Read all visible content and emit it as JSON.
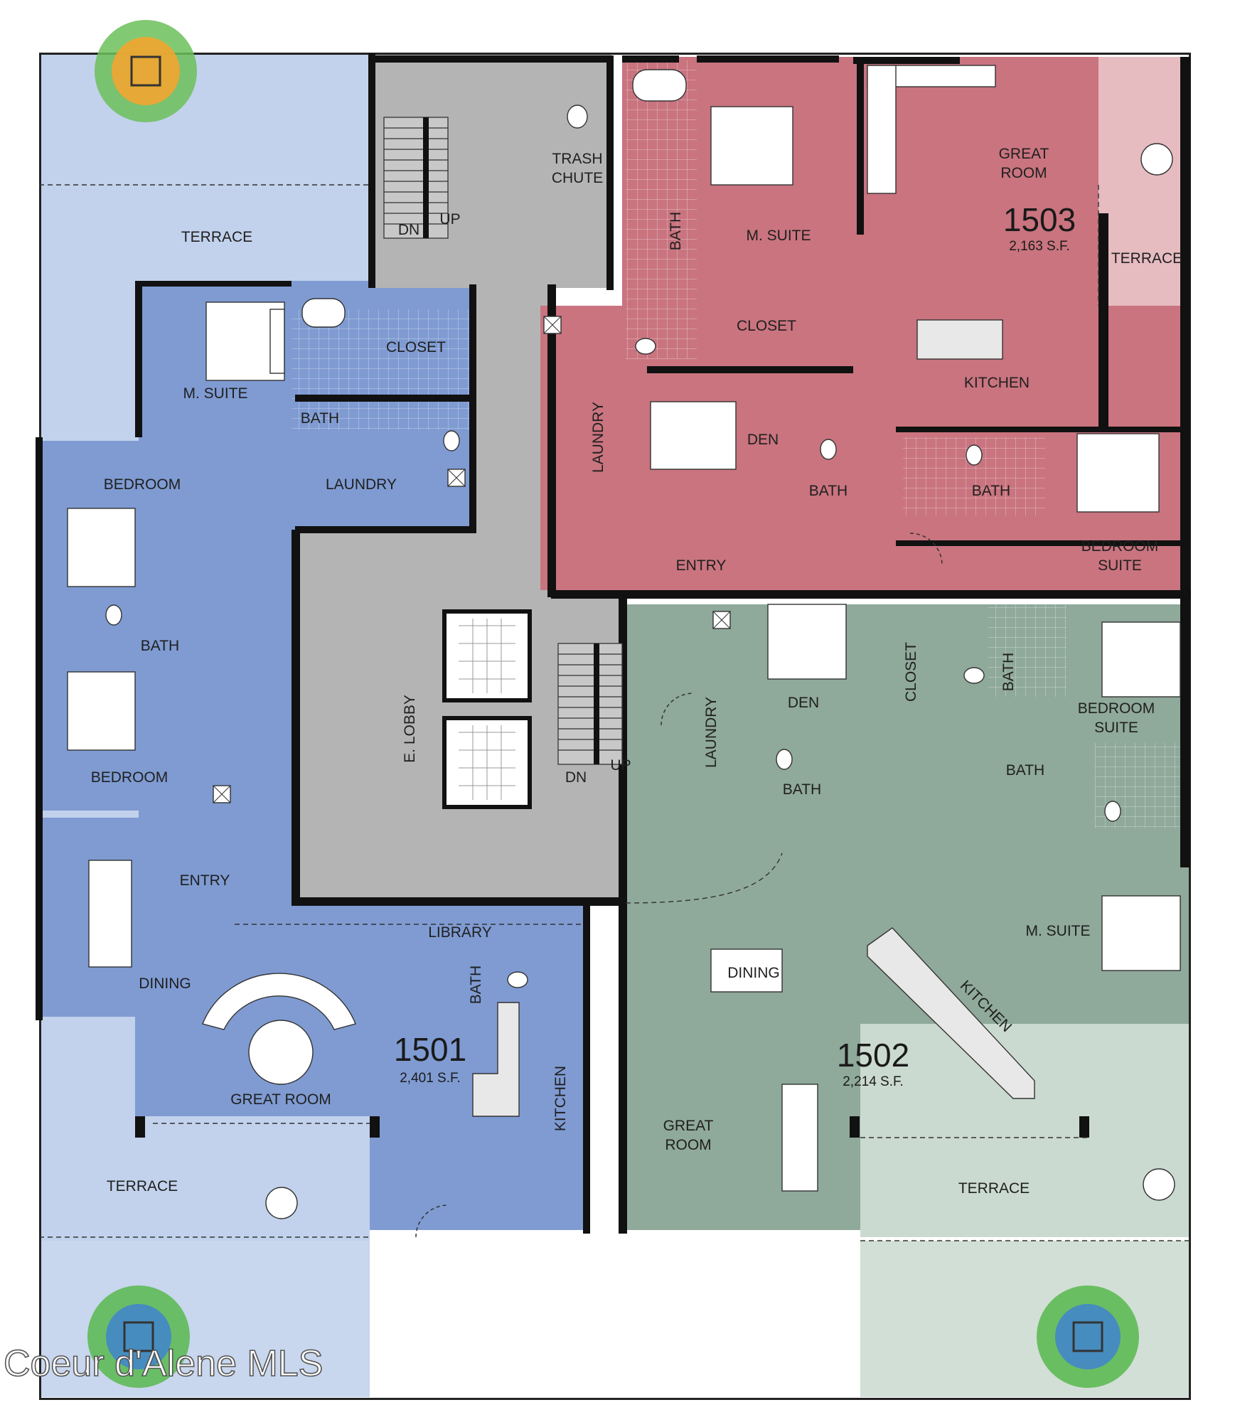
{
  "colors": {
    "unit_1501": "#7f9bd2",
    "unit_1501_terrace": "#c2d2ec",
    "unit_1502": "#8fa99a",
    "unit_1502_terrace": "#cbdad0",
    "unit_1503": "#c9747f",
    "unit_1503_terrace": "#e6bcc0",
    "common": "#b4b4b4",
    "walls": "#111111"
  },
  "units": [
    {
      "number": "1501",
      "area": "2,401 S.F."
    },
    {
      "number": "1502",
      "area": "2,214 S.F."
    },
    {
      "number": "1503",
      "area": "2,163 S.F."
    }
  ],
  "labels": {
    "terrace": "TERRACE",
    "m_suite": "M. SUITE",
    "bath": "BATH",
    "closet": "CLOSET",
    "laundry": "LAUNDRY",
    "bedroom": "BEDROOM",
    "entry": "ENTRY",
    "dining": "DINING",
    "great_room": "GREAT ROOM",
    "great": "GREAT",
    "room": "ROOM",
    "library": "LIBRARY",
    "kitchen": "KITCHEN",
    "den": "DEN",
    "bedroom_suite_1": "BEDROOM",
    "bedroom_suite_2": "SUITE",
    "e_lobby": "E. LOBBY",
    "dn": "DN",
    "up": "UP",
    "trash_1": "TRASH",
    "trash_2": "CHUTE"
  },
  "watermark": "Coeur d'Alene MLS",
  "icons": [
    "tree-icon",
    "stair-icon",
    "elevator-icon",
    "bathtub-icon",
    "toilet-icon",
    "sink-icon",
    "bed-icon",
    "sofa-icon",
    "dining-table-icon",
    "washer-icon"
  ]
}
